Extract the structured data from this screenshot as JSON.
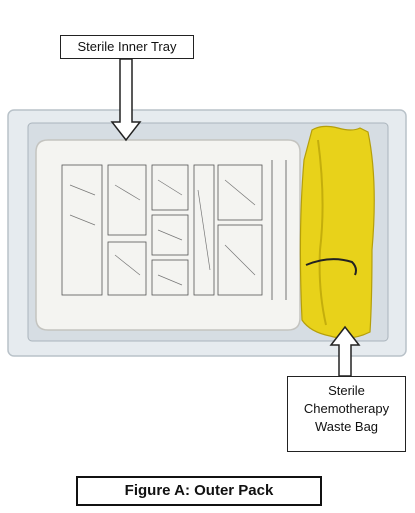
{
  "labels": {
    "inner_tray": "Sterile Inner Tray",
    "waste_bag_lines": [
      "Sterile",
      "Chemotherapy",
      "Waste Bag"
    ]
  },
  "caption": "Figure A: Outer Pack",
  "colors": {
    "tray": "#dfe5ea",
    "bag": "#e8d21a",
    "label_sheet": "#f5f5f2"
  }
}
